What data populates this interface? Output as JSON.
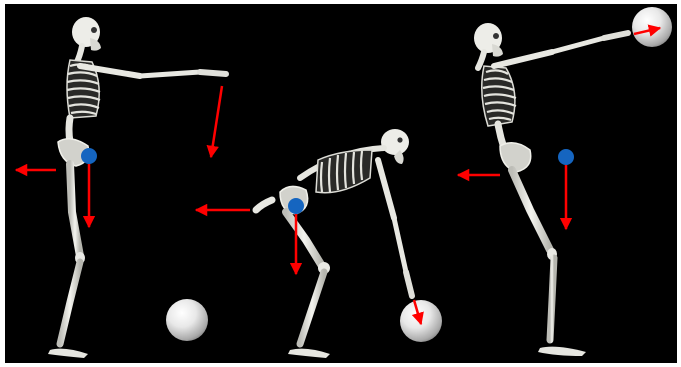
{
  "figure": {
    "background": "#000000",
    "border": "#ffffff",
    "bone_color": "#e9e9e4",
    "bone_shade": "#9c9c96",
    "force_arrow_color": "#ff0000",
    "center_of_mass_color": "#1565c0",
    "ball_color": "#f2f2f2",
    "icon": "skeleton-pose-sequence"
  },
  "panels": [
    {
      "pose": "standing-arms-forward",
      "ball": "on-floor",
      "hip_arrows": [
        "backward",
        "downward"
      ],
      "hand_arrows": [
        "downward"
      ]
    },
    {
      "pose": "deep-forward-bend",
      "ball": "at-hands",
      "hip_arrows": [
        "backward",
        "downward"
      ],
      "hand_arrows": [
        "downward"
      ]
    },
    {
      "pose": "standing-arms-overhead",
      "ball": "at-hands",
      "hip_arrows": [
        "backward",
        "downward"
      ],
      "hand_arrows": [
        "forward"
      ]
    }
  ]
}
